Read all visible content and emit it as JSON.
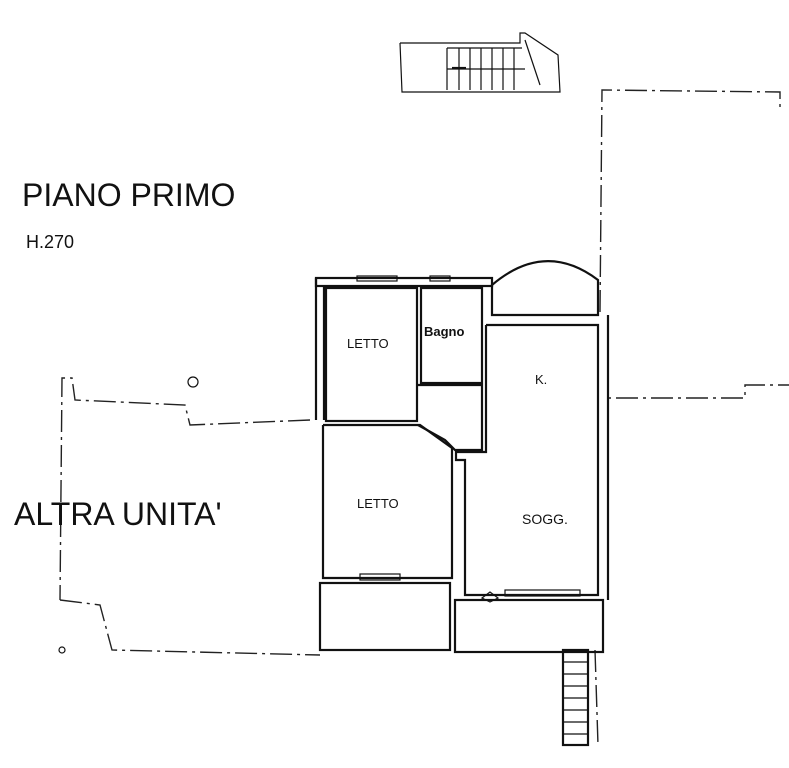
{
  "plan": {
    "floor_title": "PIANO PRIMO",
    "height_label": "H.270",
    "other_unit_label": "ALTRA UNITA'",
    "rooms": [
      {
        "name": "LETTO"
      },
      {
        "name": "Bagno"
      },
      {
        "name": "K."
      },
      {
        "name": "LETTO"
      },
      {
        "name": "SOGG."
      }
    ]
  }
}
